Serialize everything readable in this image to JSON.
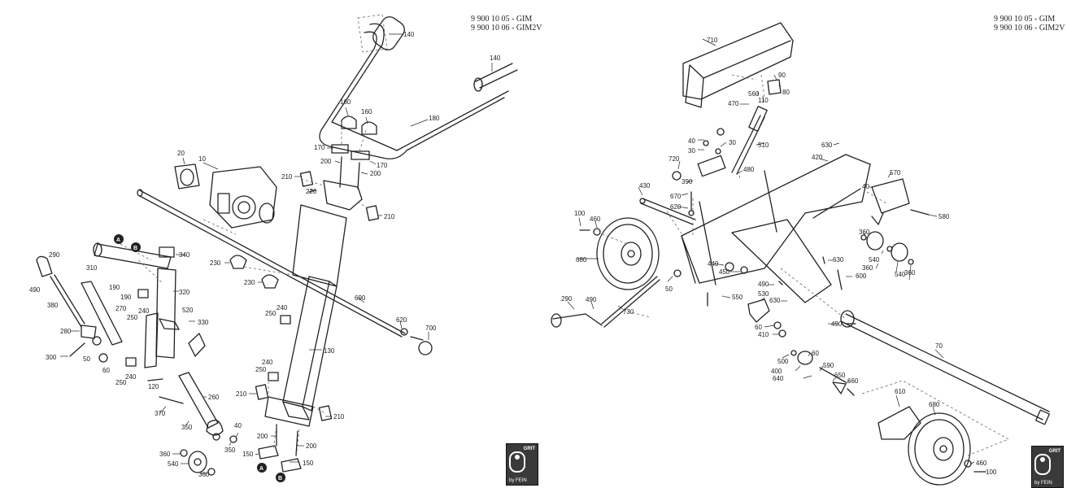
{
  "headers": {
    "left": [
      "9 900 10 05 - GIM",
      "9 900 10 06 - GIM2V"
    ],
    "right": [
      "9 900 10 05 - GIM",
      "9 900 10 06 - GIM2V"
    ]
  },
  "badge": {
    "brand": "GRIT",
    "maker": "by FEIN"
  },
  "left_labels": [
    "140",
    "140",
    "160",
    "160",
    "180",
    "170",
    "170",
    "200",
    "200",
    "20",
    "10",
    "210",
    "220",
    "210",
    "290",
    "490",
    "310",
    "190",
    "190",
    "340",
    "320",
    "270",
    "250",
    "240",
    "380",
    "520",
    "330",
    "280",
    "50",
    "300",
    "60",
    "240",
    "250",
    "230",
    "230",
    "240",
    "250",
    "690",
    "620",
    "700",
    "130",
    "240",
    "250",
    "120",
    "260",
    "370",
    "350",
    "40",
    "210",
    "200",
    "210",
    "150",
    "200",
    "360",
    "540",
    "350",
    "150",
    "360"
  ],
  "right_labels": [
    "710",
    "90",
    "80",
    "560",
    "110",
    "470",
    "40",
    "30",
    "30",
    "510",
    "630",
    "720",
    "390",
    "480",
    "420",
    "570",
    "40",
    "430",
    "670",
    "620",
    "100",
    "460",
    "580",
    "680",
    "360",
    "540",
    "360",
    "360",
    "540",
    "440",
    "630",
    "450",
    "600",
    "50",
    "490",
    "530",
    "550",
    "630",
    "290",
    "490",
    "730",
    "490",
    "410",
    "60",
    "70",
    "500",
    "60",
    "400",
    "590",
    "640",
    "650",
    "660",
    "610",
    "680",
    "460",
    "100"
  ],
  "callouts": {
    "a": "A",
    "b": "B"
  }
}
